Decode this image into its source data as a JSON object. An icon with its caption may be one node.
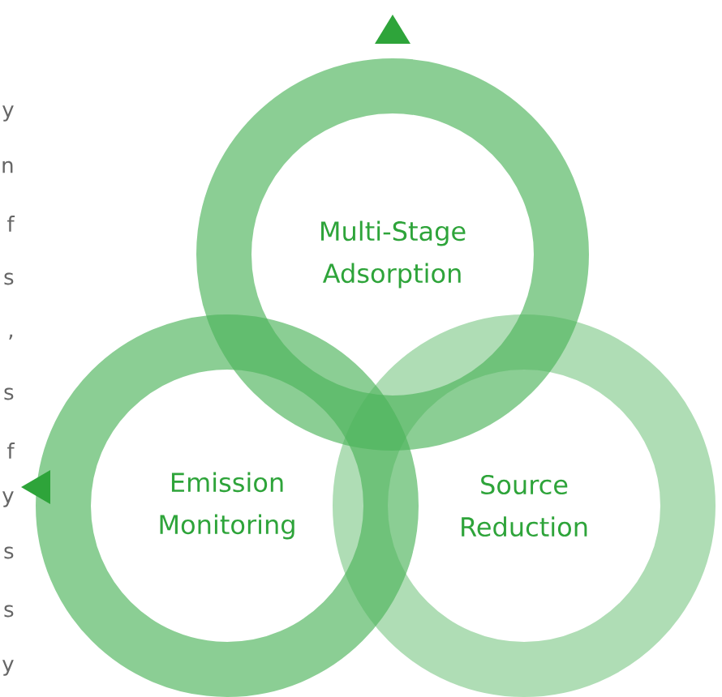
{
  "diagram": {
    "nodes": [
      {
        "text": [
          "Multi-Stage Adsorption"
        ]
      },
      {
        "text": [
          "Emission Monitoring"
        ]
      },
      {
        "text": [
          "Source Reduction"
        ]
      }
    ],
    "labels": [
      "y",
      "n",
      "f",
      "s",
      ",",
      "s",
      "f",
      "y",
      "s",
      "s",
      "y"
    ]
  }
}
